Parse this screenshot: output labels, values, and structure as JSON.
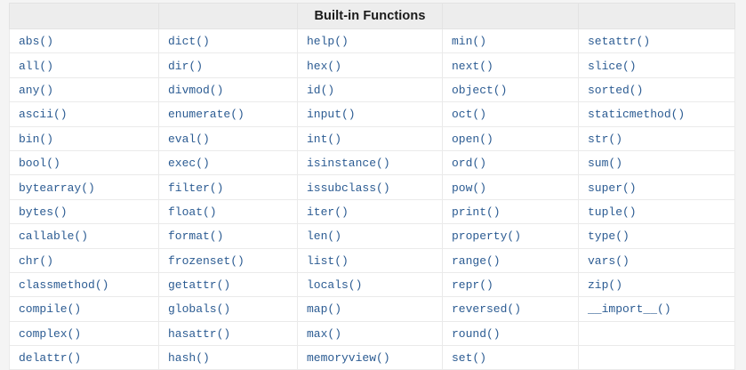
{
  "table": {
    "title": "Built-in Functions",
    "title_column_index": 2,
    "column_count": 5,
    "header_cells": [
      "",
      "",
      "Built-in Functions",
      "",
      ""
    ],
    "rows": [
      [
        "abs()",
        "dict()",
        "help()",
        "min()",
        "setattr()"
      ],
      [
        "all()",
        "dir()",
        "hex()",
        "next()",
        "slice()"
      ],
      [
        "any()",
        "divmod()",
        "id()",
        "object()",
        "sorted()"
      ],
      [
        "ascii()",
        "enumerate()",
        "input()",
        "oct()",
        "staticmethod()"
      ],
      [
        "bin()",
        "eval()",
        "int()",
        "open()",
        "str()"
      ],
      [
        "bool()",
        "exec()",
        "isinstance()",
        "ord()",
        "sum()"
      ],
      [
        "bytearray()",
        "filter()",
        "issubclass()",
        "pow()",
        "super()"
      ],
      [
        "bytes()",
        "float()",
        "iter()",
        "print()",
        "tuple()"
      ],
      [
        "callable()",
        "format()",
        "len()",
        "property()",
        "type()"
      ],
      [
        "chr()",
        "frozenset()",
        "list()",
        "range()",
        "vars()"
      ],
      [
        "classmethod()",
        "getattr()",
        "locals()",
        "repr()",
        "zip()"
      ],
      [
        "compile()",
        "globals()",
        "map()",
        "reversed()",
        "__import__()"
      ],
      [
        "complex()",
        "hasattr()",
        "max()",
        "round()",
        ""
      ],
      [
        "delattr()",
        "hash()",
        "memoryview()",
        "set()",
        ""
      ]
    ]
  },
  "colors": {
    "link": "#2b5b92",
    "header_background": "#ededed",
    "header_text": "#1a1a1a",
    "cell_background": "#ffffff",
    "border": "#eaeaea",
    "page_background": "#f4f4f4"
  }
}
